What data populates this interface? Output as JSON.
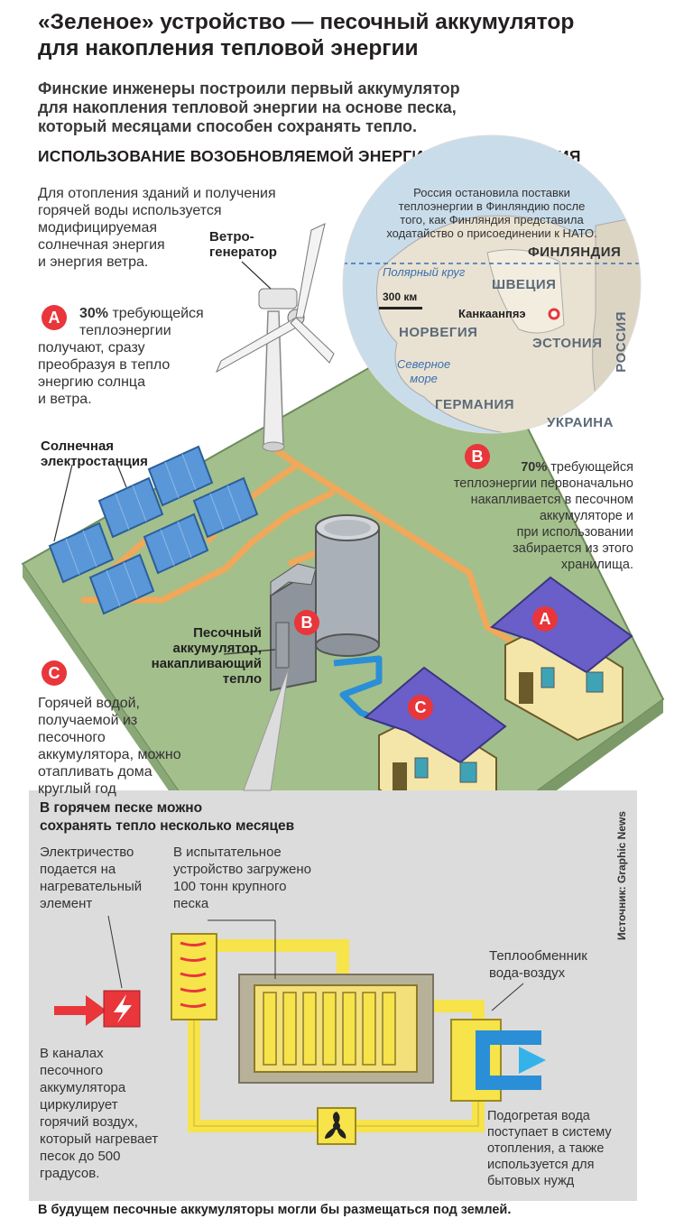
{
  "header": {
    "title_line1": "«Зеленое» устройство — песочный аккумулятор",
    "title_line2": "для накопления тепловой энергии",
    "subtitle_line1": "Финские инженеры построили первый аккумулятор",
    "subtitle_line2": "для накопления тепловой энергии на основе песка,",
    "subtitle_line3": "который месяцами способен сохранять тепло.",
    "section": "ИСПОЛЬЗОВАНИЕ ВОЗОБНОВЛЯЕМОЙ ЭНЕРГИИ ДЛЯ ОТОПЛЕНИЯ"
  },
  "intro": {
    "line1": "Для отопления зданий и получения",
    "line2": "горячей воды используется",
    "line3": "модифицируемая",
    "line4": "солнечная энергия",
    "line5": "и энергия ветра."
  },
  "labels": {
    "wind_line1": "Ветро-",
    "wind_line2": "генератор",
    "solar_line1": "Солнечная",
    "solar_line2": "электростанция",
    "sand_line1": "Песочный",
    "sand_line2": "аккумулятор,",
    "sand_line3": "накапливающий",
    "sand_line4": "тепло"
  },
  "point_a": {
    "badge": "A",
    "line1_bold": "30%",
    "line1_rest": " требующейся",
    "line2": "теплоэнергии",
    "line3": "получают, сразу",
    "line4": "преобразуя в тепло",
    "line5": "энергию солнца",
    "line6": "и ветра."
  },
  "point_b": {
    "badge": "B",
    "line1_bold": "70%",
    "line1_rest": " требующейся",
    "line2": "теплоэнергии первоначально",
    "line3": "накапливается в песочном",
    "line4": "аккумуляторе и",
    "line5": "при использовании",
    "line6": "забирается из этого",
    "line7": "хранилища."
  },
  "point_c": {
    "badge": "C",
    "line1": "Горячей водой,",
    "line2": "получаемой из",
    "line3": "песочного",
    "line4": "аккумулятора, можно",
    "line5": "отапливать дома",
    "line6": "круглый год"
  },
  "map": {
    "note_line1": "Россия остановила поставки",
    "note_line2": "теплоэнергии в Финляндию после",
    "note_line3": "того, как Финляндия представила",
    "note_line4": "ходатайство о присоединении к НАТО.",
    "finland": "ФИНЛЯНДИЯ",
    "arctic": "Полярный круг",
    "sweden": "ШВЕЦИЯ",
    "scale": "300 км",
    "city": "Канкаанпяэ",
    "russia": "РОССИЯ",
    "norway": "НОРВЕГИЯ",
    "estonia": "ЭСТОНИЯ",
    "sea_line1": "Северное",
    "sea_line2": "море",
    "germany": "ГЕРМАНИЯ",
    "ukraine": "УКРАИНА"
  },
  "houses": {
    "house_a": "A",
    "house_c": "C",
    "battery": "B"
  },
  "panel": {
    "head_line1": "В горячем песке можно",
    "head_line2": "сохранять тепло несколько месяцев",
    "elec_line1": "Электричество",
    "elec_line2": "подается на",
    "elec_line3": "нагревательный",
    "elec_line4": "элемент",
    "test_line1": "В испытательное",
    "test_line2": "устройство загружено",
    "test_line3": "100 тонн крупного",
    "test_line4": "песка",
    "hx_line1": "Теплообменник",
    "hx_line2": "вода-воздух",
    "air_line1": "В каналах",
    "air_line2": "песочного",
    "air_line3": "аккумулятора",
    "air_line4": "циркулирует",
    "air_line5": "горячий воздух,",
    "air_line6": "который нагревает",
    "air_line7": "песок до 500",
    "air_line8": "градусов.",
    "water_line1": "Подогретая вода",
    "water_line2": "поступает в систему",
    "water_line3": "отопления, а также",
    "water_line4": "используется для",
    "water_line5": "бытовых нужд",
    "source": "Источник: Graphic News"
  },
  "footer": "В будущем песочные аккумуляторы могли бы размещаться под землей.",
  "colors": {
    "ground": "#9fbe8a",
    "pipe": "#f0a85a",
    "badge": "#e8363b",
    "map_sea": "#c9dcea",
    "yellow": "#f7e34a",
    "panel_bg": "#dcdcdc"
  }
}
